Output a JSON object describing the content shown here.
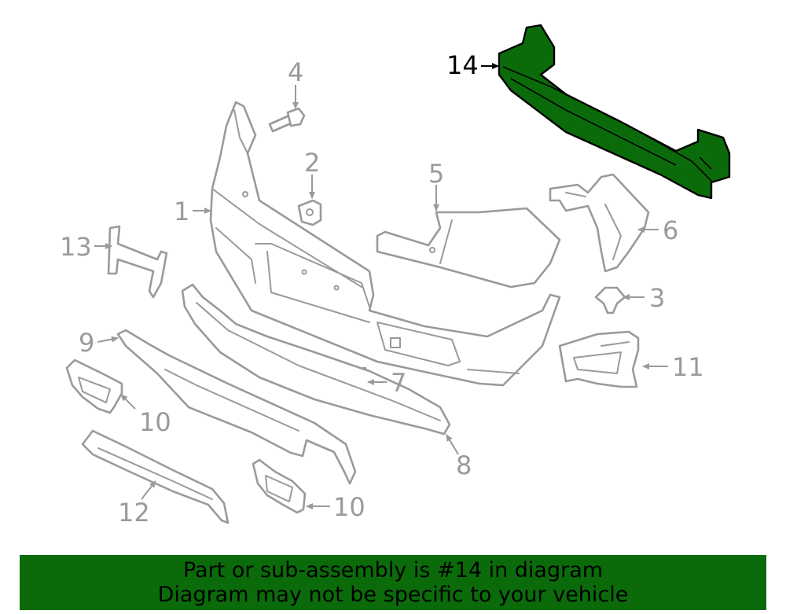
{
  "colors": {
    "highlight": "#0b6b0b",
    "line": "#9a9a9a",
    "background": "#ffffff"
  },
  "callouts": {
    "c1": "1",
    "c2": "2",
    "c3": "3",
    "c4": "4",
    "c5": "5",
    "c6": "6",
    "c7": "7",
    "c8": "8",
    "c9": "9",
    "c10a": "10",
    "c10b": "10",
    "c11": "11",
    "c12": "12",
    "c13": "13",
    "c14": "14"
  },
  "highlighted_part": "14",
  "banner": {
    "line1": "Part or sub-assembly is #14 in diagram",
    "line2": "Diagram may not be specific to your vehicle"
  }
}
